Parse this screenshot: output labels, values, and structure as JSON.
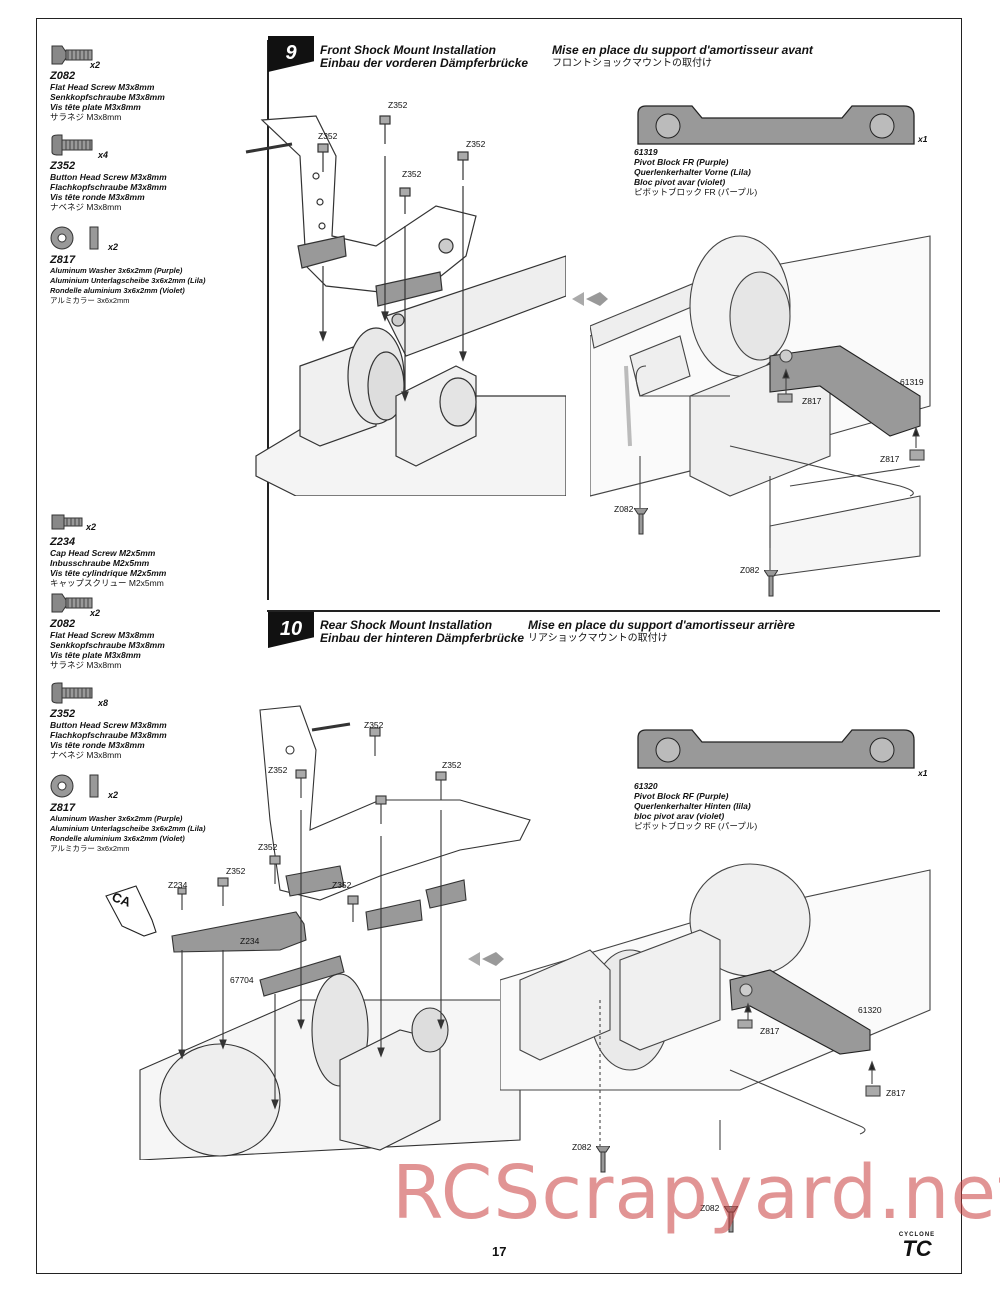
{
  "page_number": "17",
  "watermark": "RCScrapyard.net",
  "logo": {
    "small": "CYCLONE",
    "big": "TC"
  },
  "step9": {
    "number": "9",
    "title_en": "Front Shock Mount Installation",
    "title_de": "Einbau der vorderen Dämpferbrücke",
    "title_fr": "Mise en place du support d'amortisseur avant",
    "title_jp": "フロントショックマウントの取付け",
    "pivot": {
      "qty": "x1",
      "code": "61319",
      "en": "Pivot Block FR (Purple)",
      "de": "Querlenkerhalter Vorne (Lila)",
      "fr": "Bloc pivot avar (violet)",
      "jp": "ピボットブロック FR (パープル)"
    },
    "callouts": [
      "Z352",
      "Z352",
      "Z352",
      "Z352",
      "61319",
      "Z817",
      "Z817",
      "Z082",
      "Z082"
    ]
  },
  "step10": {
    "number": "10",
    "title_en": "Rear Shock Mount Installation",
    "title_de": "Einbau der hinteren Dämpferbrücke",
    "title_fr": "Mise en place du support d'amortisseur arrière",
    "title_jp": "リアショックマウントの取付け",
    "pivot": {
      "qty": "x1",
      "code": "61320",
      "en": "Pivot Block RF (Purple)",
      "de": "Querlenkerhalter Hinten (lila)",
      "fr": "bloc pivot arav (violet)",
      "jp": "ピボットブロック RF (パープル)"
    },
    "callouts": [
      "Z352",
      "Z352",
      "Z352",
      "Z352",
      "Z352",
      "Z352",
      "Z234",
      "Z234",
      "67704",
      "CA",
      "61320",
      "Z817",
      "Z817",
      "Z082",
      "Z082"
    ]
  },
  "parts_step9": [
    {
      "qty": "x2",
      "code": "Z082",
      "en": "Flat Head Screw M3x8mm",
      "de": "Senkkopfschraube M3x8mm",
      "fr": "Vis tête plate M3x8mm",
      "jp": "サラネジ M3x8mm",
      "icon": "flat-head-screw"
    },
    {
      "qty": "x4",
      "code": "Z352",
      "en": "Button Head Screw M3x8mm",
      "de": "Flachkopfschraube M3x8mm",
      "fr": "Vis tête ronde M3x8mm",
      "jp": "ナベネジ M3x8mm",
      "icon": "button-head-screw"
    },
    {
      "qty": "x2",
      "code": "Z817",
      "en": "Aluminum Washer 3x6x2mm (Purple)",
      "de": "Aluminium Unterlagscheibe 3x6x2mm (Lila)",
      "fr": "Rondelle aluminium 3x6x2mm (Violet)",
      "jp": "アルミカラー 3x6x2mm",
      "icon": "washer"
    }
  ],
  "parts_step10": [
    {
      "qty": "x2",
      "code": "Z234",
      "en": "Cap Head Screw M2x5mm",
      "de": "Inbusschraube M2x5mm",
      "fr": "Vis tête cylindrique M2x5mm",
      "jp": "キャップスクリュー M2x5mm",
      "icon": "cap-head-screw"
    },
    {
      "qty": "x2",
      "code": "Z082",
      "en": "Flat Head Screw M3x8mm",
      "de": "Senkkopfschraube M3x8mm",
      "fr": "Vis tête plate M3x8mm",
      "jp": "サラネジ M3x8mm",
      "icon": "flat-head-screw"
    },
    {
      "qty": "x8",
      "code": "Z352",
      "en": "Button Head Screw M3x8mm",
      "de": "Flachkopfschraube M3x8mm",
      "fr": "Vis tête ronde M3x8mm",
      "jp": "ナベネジ M3x8mm",
      "icon": "button-head-screw"
    },
    {
      "qty": "x2",
      "code": "Z817",
      "en": "Aluminum Washer 3x6x2mm (Purple)",
      "de": "Aluminium Unterlagscheibe 3x6x2mm (Lila)",
      "fr": "Rondelle aluminium 3x6x2mm (Violet)",
      "jp": "アルミカラー 3x6x2mm",
      "icon": "washer"
    }
  ]
}
